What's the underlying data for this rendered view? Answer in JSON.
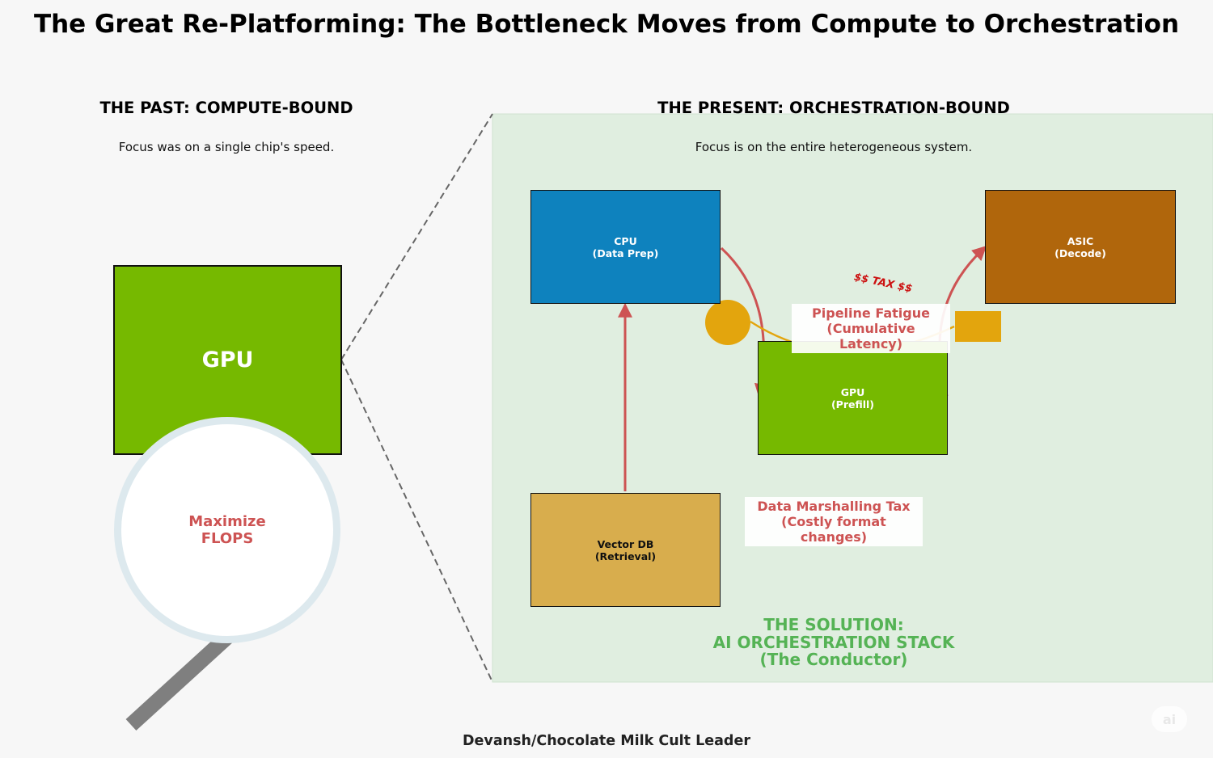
{
  "title": "The Great Re-Platforming: The Bottleneck Moves from Compute to Orchestration",
  "past": {
    "heading": "THE PAST: COMPUTE-BOUND",
    "subtitle": "Focus was on a single chip's speed.",
    "gpu_label": "GPU",
    "lens_label": "Maximize\nFLOPS"
  },
  "present": {
    "heading": "THE PRESENT: ORCHESTRATION-BOUND",
    "subtitle": "Focus is on the entire heterogeneous system.",
    "nodes": {
      "cpu": "CPU\n(Data Prep)",
      "asic": "ASIC\n(Decode)",
      "gpu": "GPU\n(Prefill)",
      "vector_db": "Vector DB\n(Retrieval)"
    },
    "tax_label": "$$ TAX $$",
    "pipeline_callout": "Pipeline Fatigue\n(Cumulative Latency)",
    "marshalling_callout": "Data Marshalling Tax\n(Costly format changes)",
    "solution": "THE SOLUTION:\nAI ORCHESTRATION STACK\n(The Conductor)"
  },
  "footer": "Devansh/Chocolate Milk Cult Leader",
  "colors": {
    "gpu_green": "#76b900",
    "cpu_blue": "#0e82be",
    "asic_brown": "#b0660c",
    "vector_db_gold": "#d8ad4d",
    "panel_green": "#e0eee0",
    "arrow_red": "#cd5353",
    "token_gold": "#e3a50d",
    "solution_green": "#55b355"
  },
  "icons": [
    "magnifying-glass-icon",
    "ai-watermark-icon"
  ]
}
